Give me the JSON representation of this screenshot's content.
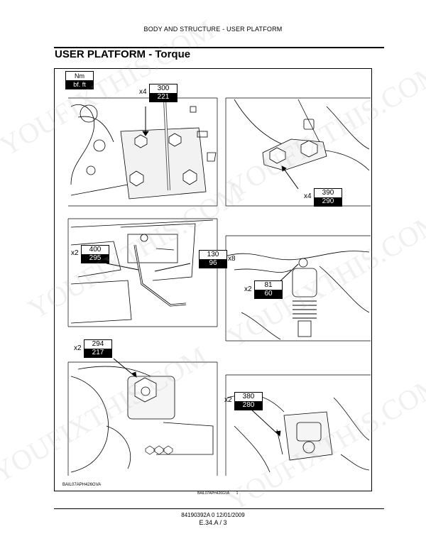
{
  "header": {
    "text": "BODY AND STRUCTURE - USER PLATFORM"
  },
  "page_title": "USER PLATFORM - Torque",
  "unit_key": {
    "top": "Nm",
    "bottom": "bf. ft"
  },
  "torques": [
    {
      "qty": "x4",
      "nm": "300",
      "ft": "221"
    },
    {
      "qty": "x4",
      "nm": "390",
      "ft": "290"
    },
    {
      "qty": "x2",
      "nm": "400",
      "ft": "295"
    },
    {
      "qty": "x8",
      "nm": "130",
      "ft": "96"
    },
    {
      "qty": "x2",
      "nm": "81",
      "ft": "60"
    },
    {
      "qty": "x2",
      "nm": "294",
      "ft": "217"
    },
    {
      "qty": "x2",
      "nm": "380",
      "ft": "280"
    }
  ],
  "figure": {
    "code": "BAIL07APH426GVA",
    "caption_code": "BAIL07APH426GVA",
    "caption_number": "1"
  },
  "footer": {
    "doc_info": "84190392A 0 12/01/2009",
    "page": "E.34.A / 3"
  },
  "watermark": {
    "text": "YOUFIXTHIS.COM"
  }
}
